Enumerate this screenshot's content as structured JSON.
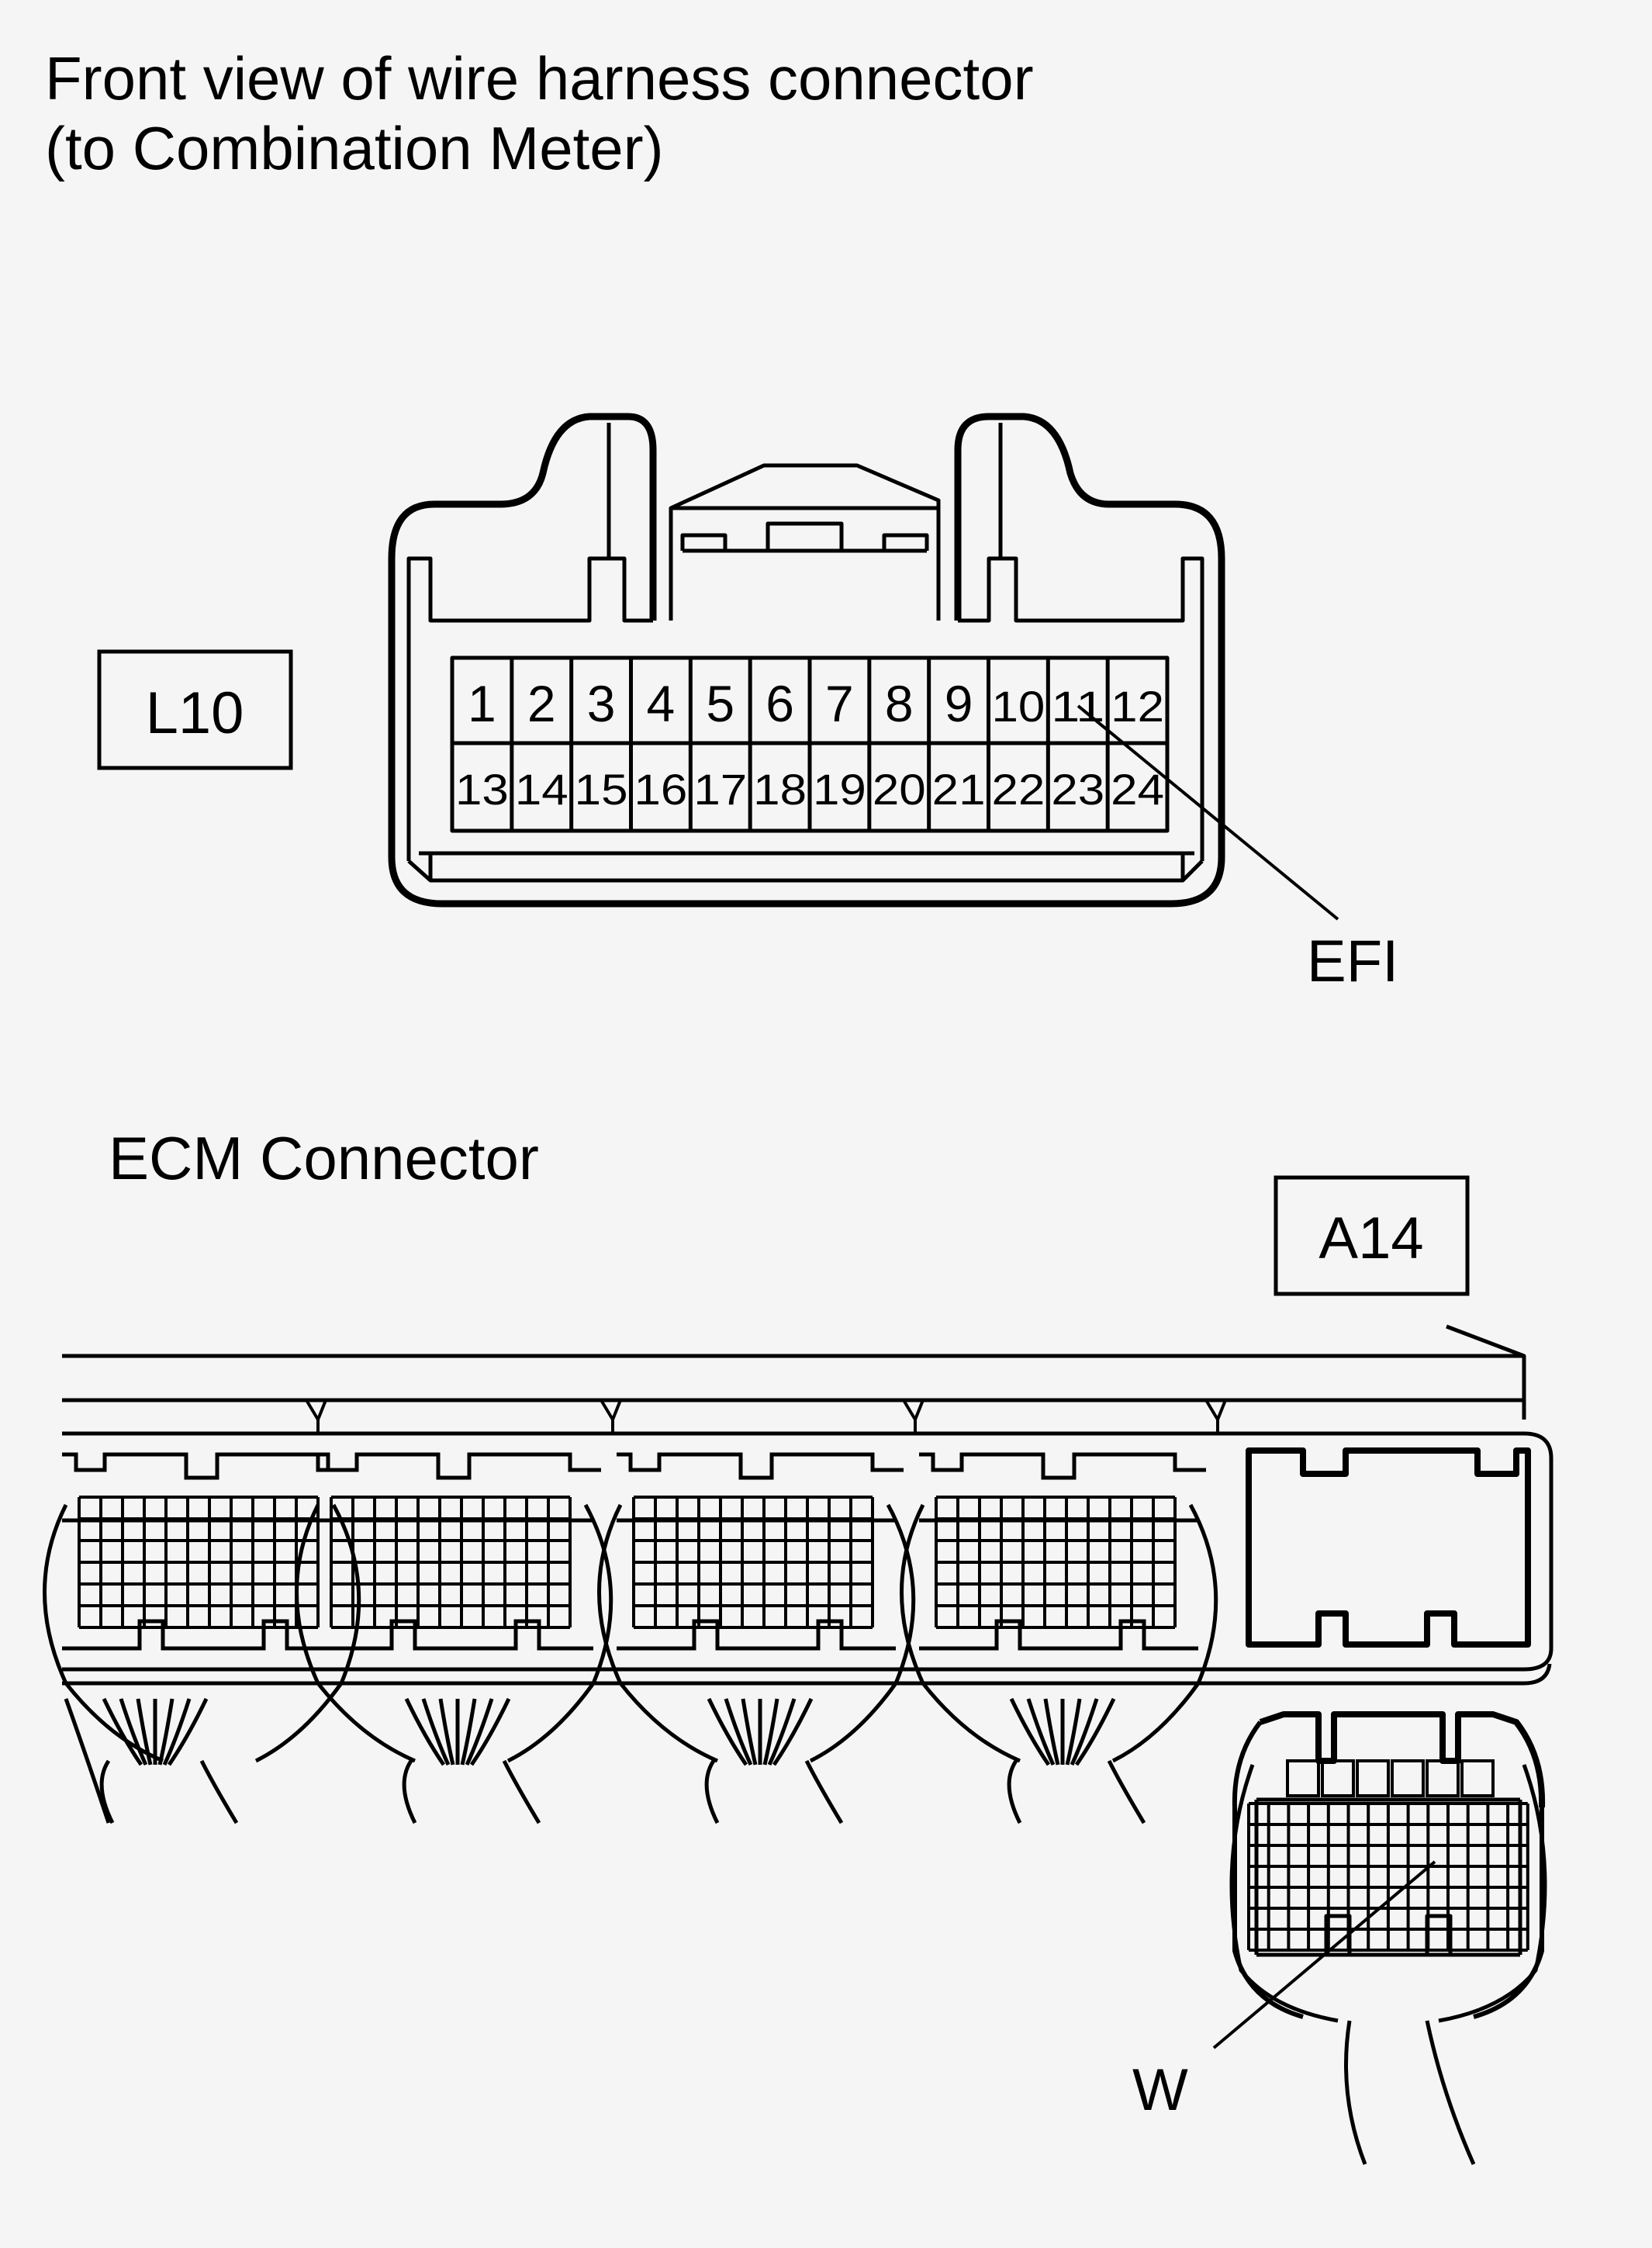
{
  "header": {
    "line1": "Front view of wire harness connector",
    "line2": "(to Combination Meter)"
  },
  "connector_l10": {
    "tag": "L10",
    "pins_top": [
      "1",
      "2",
      "3",
      "4",
      "5",
      "6",
      "7",
      "8",
      "9",
      "10",
      "11",
      "12"
    ],
    "pins_bottom": [
      "13",
      "14",
      "15",
      "16",
      "17",
      "18",
      "19",
      "20",
      "21",
      "22",
      "23",
      "24"
    ],
    "callout": "EFI"
  },
  "ecm": {
    "title": "ECM Connector",
    "tag": "A14",
    "callout": "W"
  },
  "colors": {
    "background": "#f5f5f5",
    "line": "#000000"
  }
}
